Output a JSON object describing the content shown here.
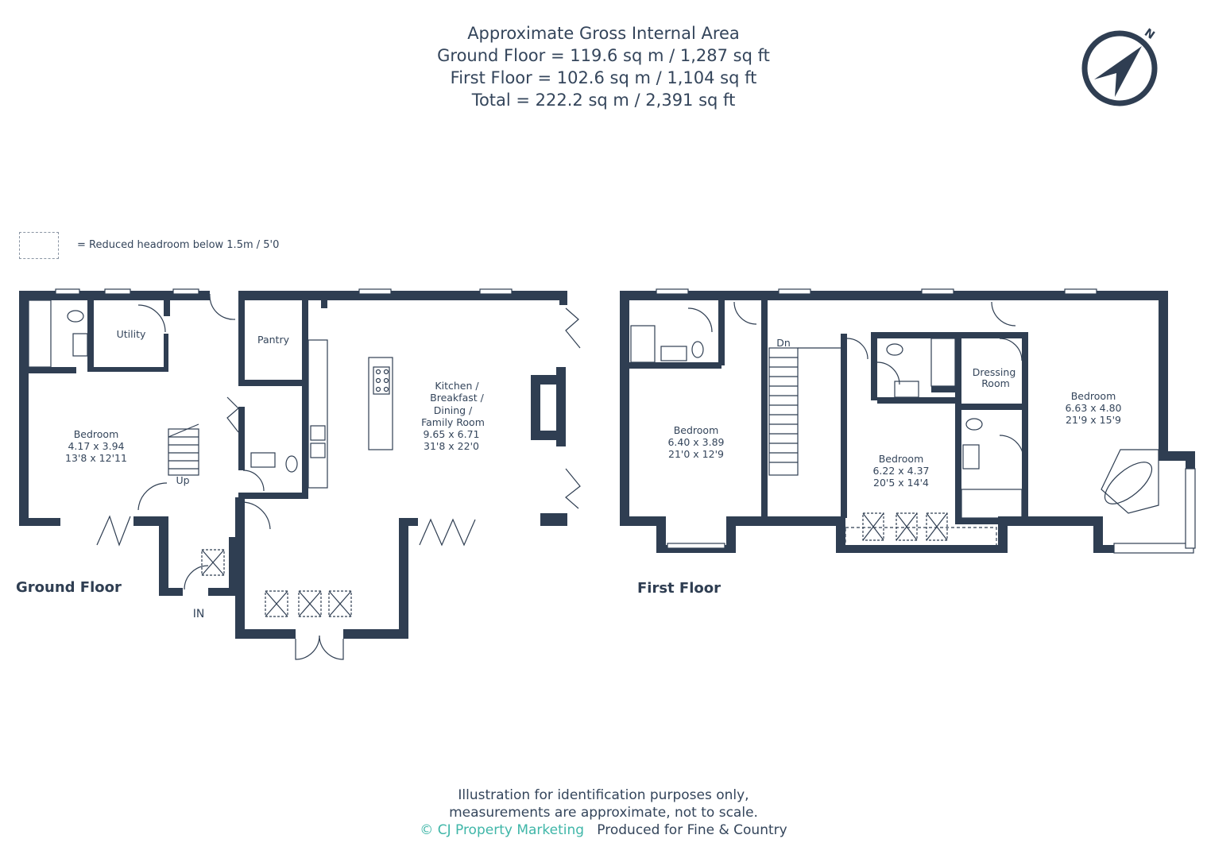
{
  "header": {
    "line1": "Approximate Gross Internal Area",
    "line2": "Ground Floor = 119.6 sq m / 1,287 sq ft",
    "line3": "First Floor = 102.6 sq m / 1,104 sq ft",
    "line4": "Total = 222.2 sq m / 2,391 sq ft"
  },
  "compass": {
    "north_label": "N",
    "icon": "north-arrow-icon"
  },
  "legend": {
    "text": "= Reduced headroom below 1.5m / 5'0"
  },
  "ground_floor": {
    "label": "Ground Floor",
    "utility": "Utility",
    "pantry": "Pantry",
    "up": "Up",
    "in": "IN",
    "bedroom": {
      "name": "Bedroom",
      "metric": "4.17 x 3.94",
      "imperial": "13'8 x 12'11"
    },
    "kitchen": {
      "l1": "Kitchen /",
      "l2": "Breakfast /",
      "l3": "Dining /",
      "l4": "Family Room",
      "metric": "9.65 x 6.71",
      "imperial": "31'8 x 22'0"
    }
  },
  "first_floor": {
    "label": "First Floor",
    "dn": "Dn",
    "bedroom1": {
      "name": "Bedroom",
      "metric": "6.40 x 3.89",
      "imperial": "21'0 x 12'9"
    },
    "bedroom2": {
      "name": "Bedroom",
      "metric": "6.22 x 4.37",
      "imperial": "20'5 x 14'4"
    },
    "dressing": {
      "l1": "Dressing",
      "l2": "Room"
    },
    "bedroom3": {
      "name": "Bedroom",
      "metric": "6.63 x 4.80",
      "imperial": "21'9 x 15'9"
    }
  },
  "footer": {
    "line1": "Illustration for identification purposes only,",
    "line2": "measurements are approximate, not to scale.",
    "brand": "© CJ Property Marketing",
    "produced": "Produced for Fine & Country"
  },
  "colors": {
    "wall": "#2f3e52",
    "text": "#34455b",
    "brand": "#3fb6a8"
  }
}
